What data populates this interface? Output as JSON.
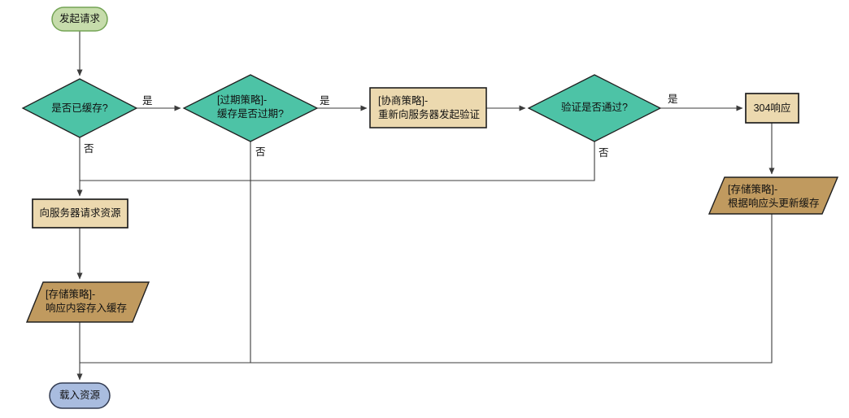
{
  "diagram": {
    "title": "browser-cache-flowchart",
    "background": "#ffffff",
    "colors": {
      "start_fill": "#c6dcab",
      "start_border": "#74a455",
      "decision_fill": "#4dc3a6",
      "decision_border": "#1f1f1f",
      "process_fill": "#ecd9af",
      "process_border": "#1f1f1f",
      "io_fill": "#c09a5f",
      "io_border": "#1f1f1f",
      "end_fill": "#a9bcdf",
      "end_border": "#333c52",
      "line_color": "#3b3b3b",
      "text_color": "#111111"
    },
    "nodes": {
      "start": {
        "type": "start",
        "label": "发起请求"
      },
      "is_cached": {
        "type": "decision",
        "label": "是否已缓存?"
      },
      "expiry": {
        "type": "decision",
        "line1": "[过期策略]-",
        "line2": "缓存是否过期?"
      },
      "negotiate": {
        "type": "process",
        "line1": "[协商策略]-",
        "line2": "重新向服务器发起验证"
      },
      "validate": {
        "type": "decision",
        "label": "验证是否通过?"
      },
      "resp304": {
        "type": "process",
        "label": "304响应"
      },
      "update_cache": {
        "type": "io",
        "line1": "[存储策略]-",
        "line2": "根据响应头更新缓存"
      },
      "request_server": {
        "type": "process",
        "label": "向服务器请求资源"
      },
      "store_cache": {
        "type": "io",
        "line1": "[存储策略]-",
        "line2": "响应内容存入缓存"
      },
      "end": {
        "type": "end",
        "label": "载入资源"
      }
    },
    "edge_labels": {
      "cached_yes": "是",
      "cached_no": "否",
      "expired_yes": "是",
      "expired_no": "否",
      "valid_yes": "是",
      "valid_no": "否"
    }
  }
}
